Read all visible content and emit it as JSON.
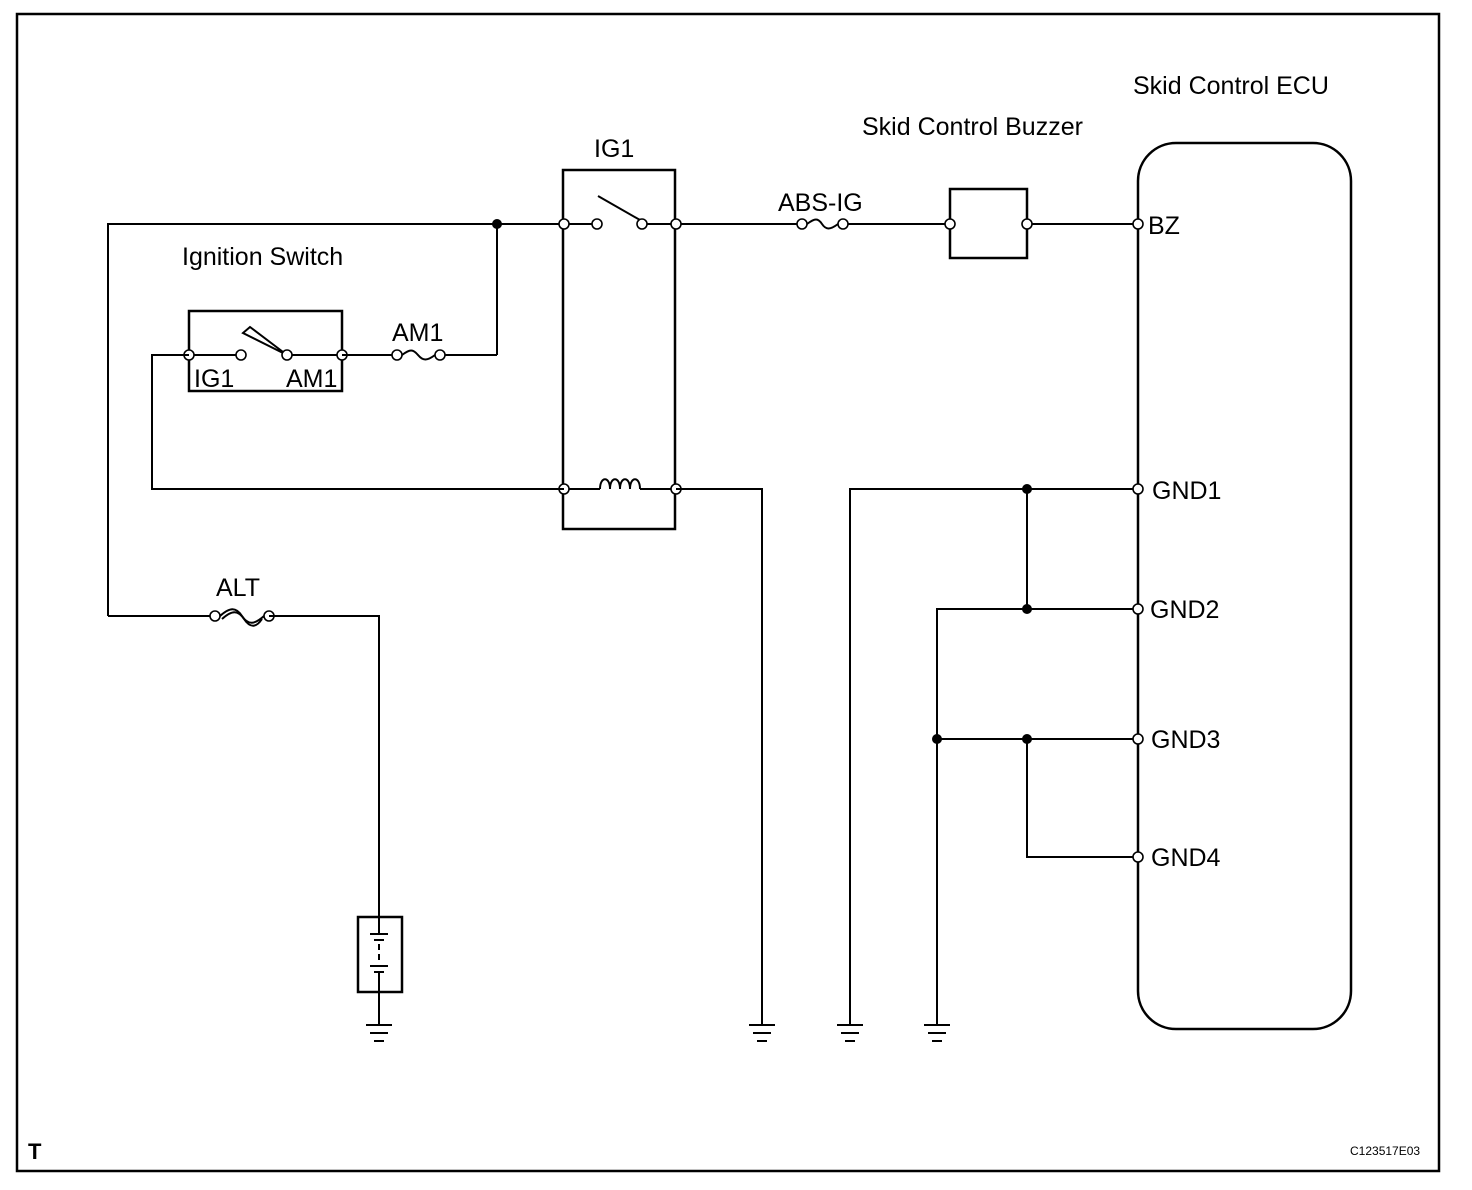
{
  "labels": {
    "ecu_title": "Skid Control ECU",
    "buzzer_title": "Skid Control Buzzer",
    "ignition_switch": "Ignition Switch",
    "relay_ig1": "IG1",
    "fuse_abs_ig": "ABS-IG",
    "fuse_am1": "AM1",
    "fuse_alt": "ALT",
    "switch_ig1": "IG1",
    "switch_am1": "AM1",
    "pin_bz": "BZ",
    "pin_gnd1": "GND1",
    "pin_gnd2": "GND2",
    "pin_gnd3": "GND3",
    "pin_gnd4": "GND4",
    "corner_mark": "T",
    "figure_code": "C123517E03"
  }
}
